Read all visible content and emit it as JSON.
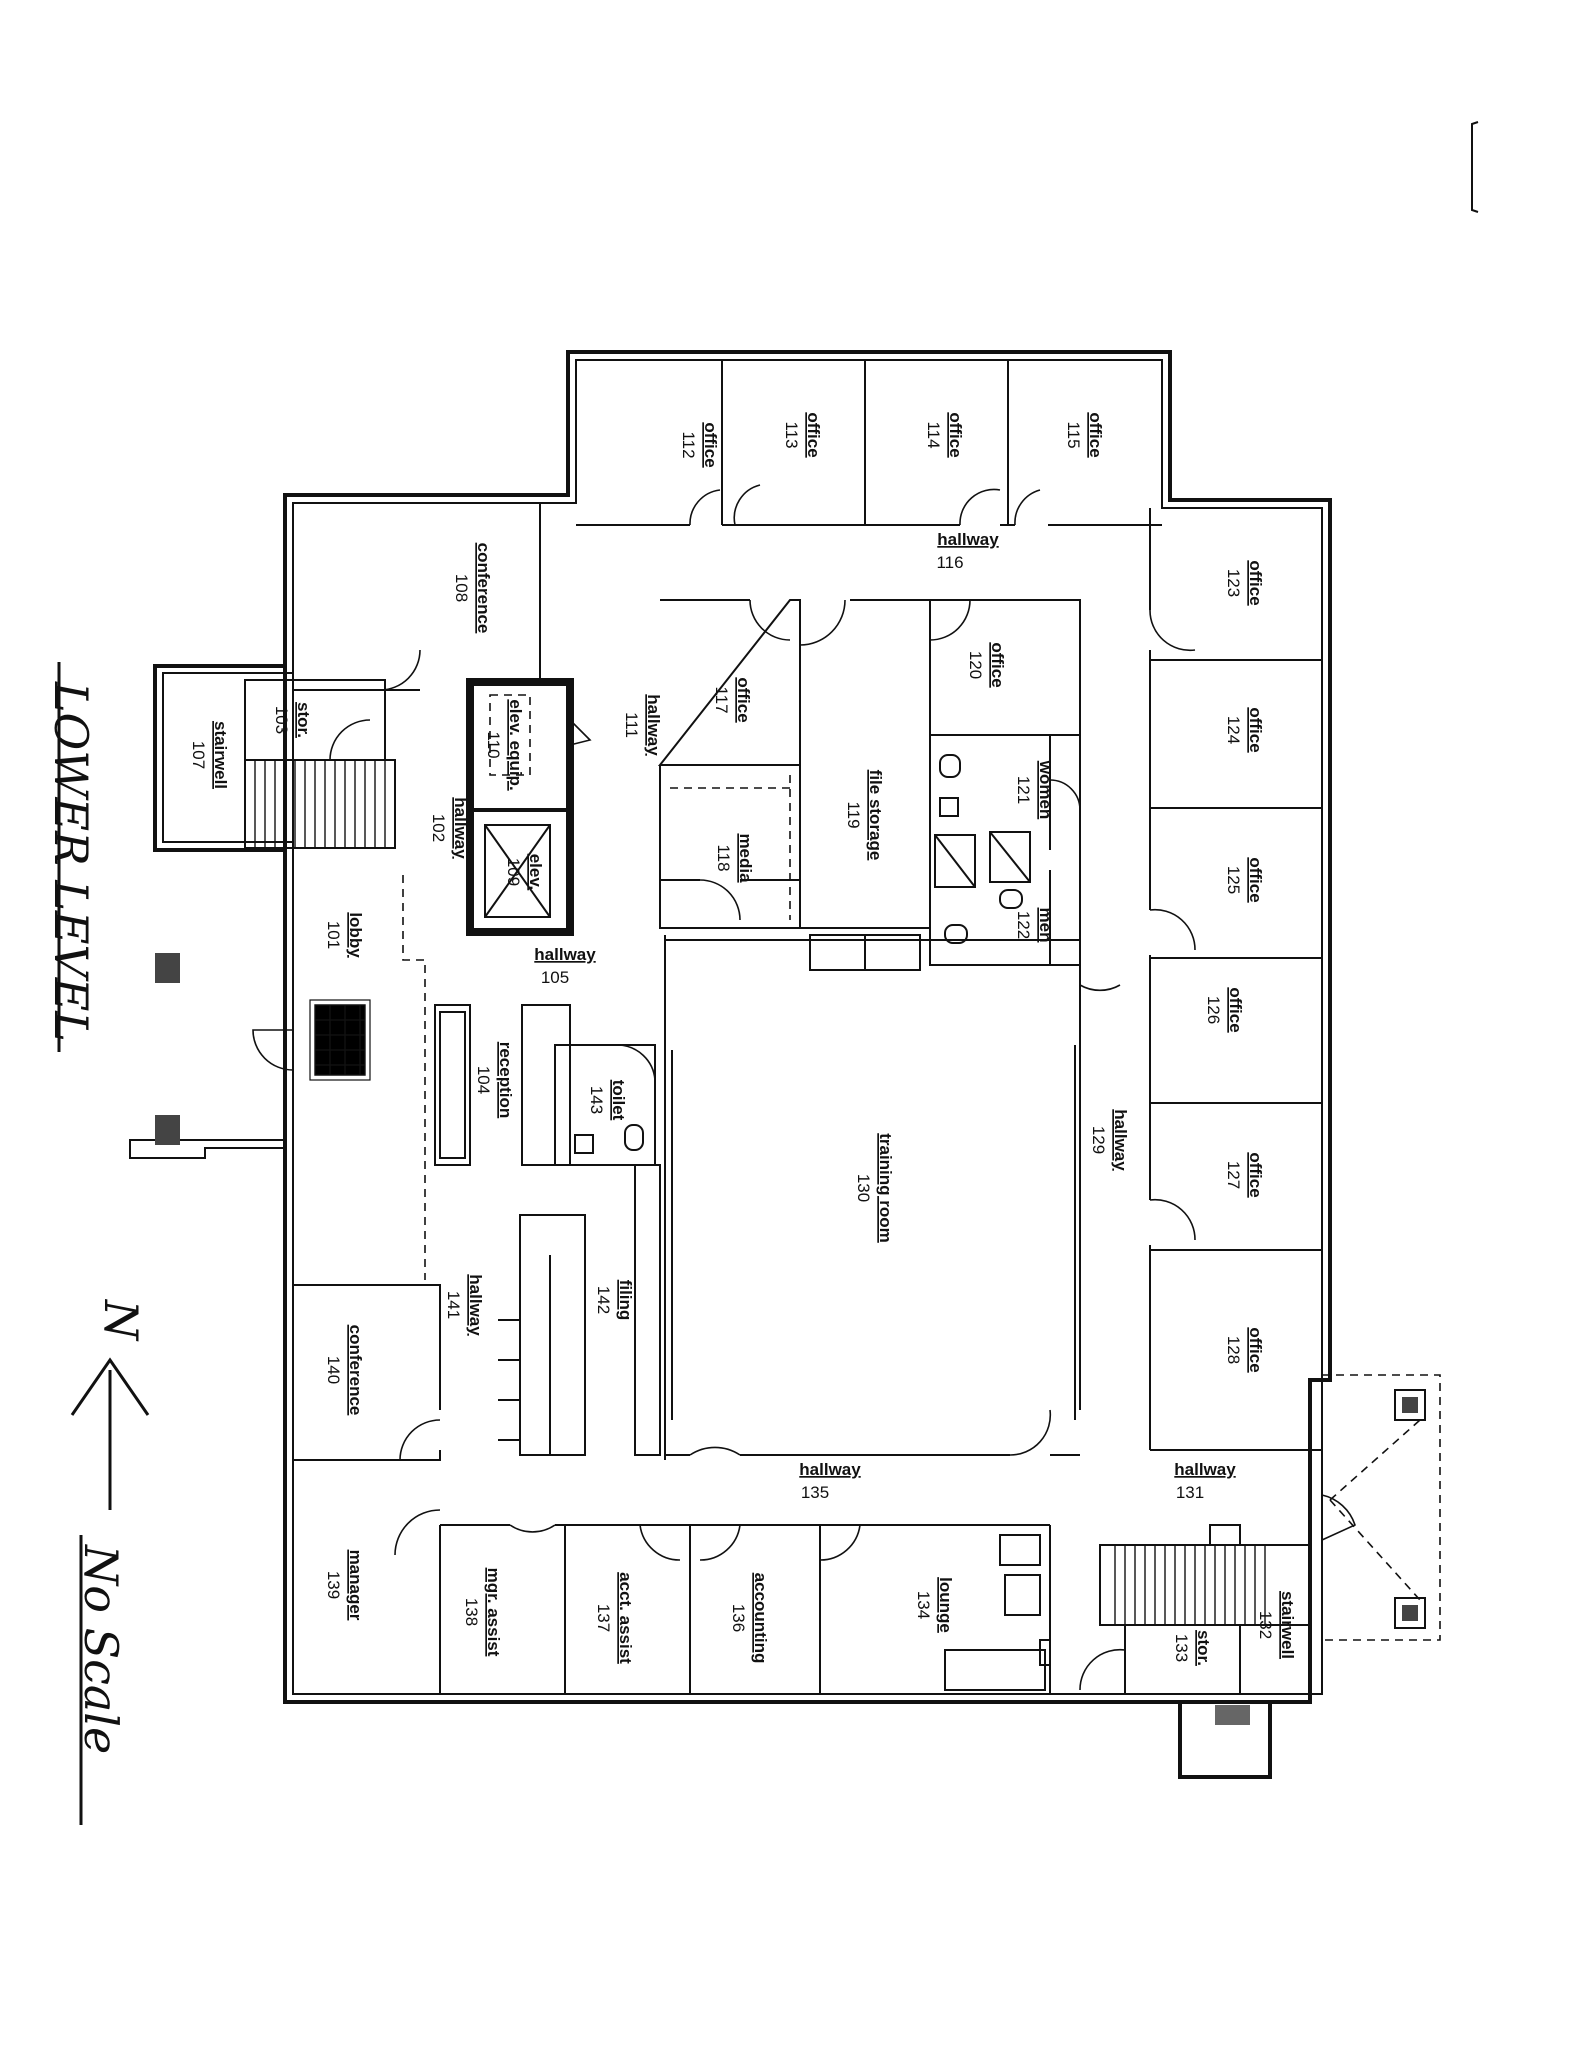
{
  "handwritten": {
    "level_label": "LOWER LEVEL",
    "scale_note": "No Scale",
    "north_label": "N"
  },
  "rooms": [
    {
      "name": "office",
      "number": "112"
    },
    {
      "name": "office",
      "number": "113"
    },
    {
      "name": "office",
      "number": "114"
    },
    {
      "name": "office",
      "number": "115"
    },
    {
      "name": "hallway",
      "number": "116"
    },
    {
      "name": "conference",
      "number": "108"
    },
    {
      "name": "office",
      "number": "123"
    },
    {
      "name": "office",
      "number": "124"
    },
    {
      "name": "office",
      "number": "125"
    },
    {
      "name": "office",
      "number": "126"
    },
    {
      "name": "office",
      "number": "127"
    },
    {
      "name": "office",
      "number": "128"
    },
    {
      "name": "office",
      "number": "117"
    },
    {
      "name": "office",
      "number": "120"
    },
    {
      "name": "hallway",
      "number": "111"
    },
    {
      "name": "file storage",
      "number": "119"
    },
    {
      "name": "media",
      "number": "118"
    },
    {
      "name": "women",
      "number": "121"
    },
    {
      "name": "men",
      "number": "122"
    },
    {
      "name": "stor.",
      "number": "103"
    },
    {
      "name": "stairwell",
      "number": "107"
    },
    {
      "name": "elev. equip.",
      "number": "110"
    },
    {
      "name": "elev.",
      "number": "109"
    },
    {
      "name": "hallway",
      "number": "102"
    },
    {
      "name": "hallway",
      "number": "105"
    },
    {
      "name": "lobby",
      "number": "101"
    },
    {
      "name": "reception",
      "number": "104"
    },
    {
      "name": "toilet",
      "number": "143"
    },
    {
      "name": "training room",
      "number": "130"
    },
    {
      "name": "hallway",
      "number": "129"
    },
    {
      "name": "filing",
      "number": "142"
    },
    {
      "name": "hallway",
      "number": "141"
    },
    {
      "name": "conference",
      "number": "140"
    },
    {
      "name": "hallway",
      "number": "135"
    },
    {
      "name": "hallway",
      "number": "131"
    },
    {
      "name": "manager",
      "number": "139"
    },
    {
      "name": "mgr. assist",
      "number": "138"
    },
    {
      "name": "acct. assist",
      "number": "137"
    },
    {
      "name": "accounting",
      "number": "136"
    },
    {
      "name": "lounge",
      "number": "134"
    },
    {
      "name": "stor.",
      "number": "133"
    },
    {
      "name": "stairwell",
      "number": "132"
    }
  ]
}
